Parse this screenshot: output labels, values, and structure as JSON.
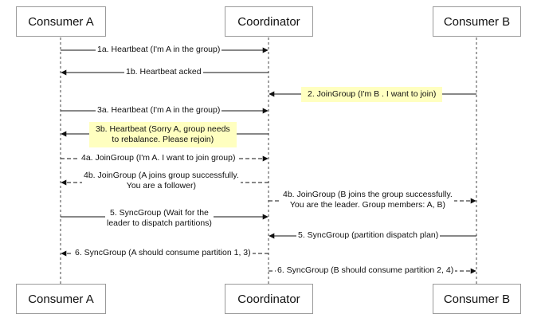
{
  "participants": {
    "consumer_a": "Consumer A",
    "coordinator": "Coordinator",
    "consumer_b": "Consumer B"
  },
  "colors": {
    "highlight": "#ffffc0",
    "line": "#111111",
    "box_border": "#9a9a9a"
  },
  "messages": {
    "m1a": "1a. Heartbeat (I'm A in the group)",
    "m1b": "1b. Heartbeat acked",
    "m2": "2. JoinGroup (I'm B . I want to join)",
    "m3a": "3a. Heartbeat (I'm A in the group)",
    "m3b_l1": "3b. Heartbeat (Sorry A, group needs",
    "m3b_l2": "to rebalance. Please rejoin)",
    "m4a": "4a. JoinGroup (I'm A. I want to join group)",
    "m4b_a_l1": "4b. JoinGroup (A joins group successfully.",
    "m4b_a_l2": "You are a follower)",
    "m4b_b_l1": "4b. JoinGroup (B joins the group successfully.",
    "m4b_b_l2": "You are the leader. Group members: A, B)",
    "m5_l1": "5. SyncGroup (Wait for the",
    "m5_l2": "leader to dispatch partitions)",
    "m5b": "5. SyncGroup (partition dispatch plan)",
    "m6a": "6. SyncGroup (A should consume partition 1, 3)",
    "m6b": "6. SyncGroup (B should consume partition 2, 4)"
  }
}
